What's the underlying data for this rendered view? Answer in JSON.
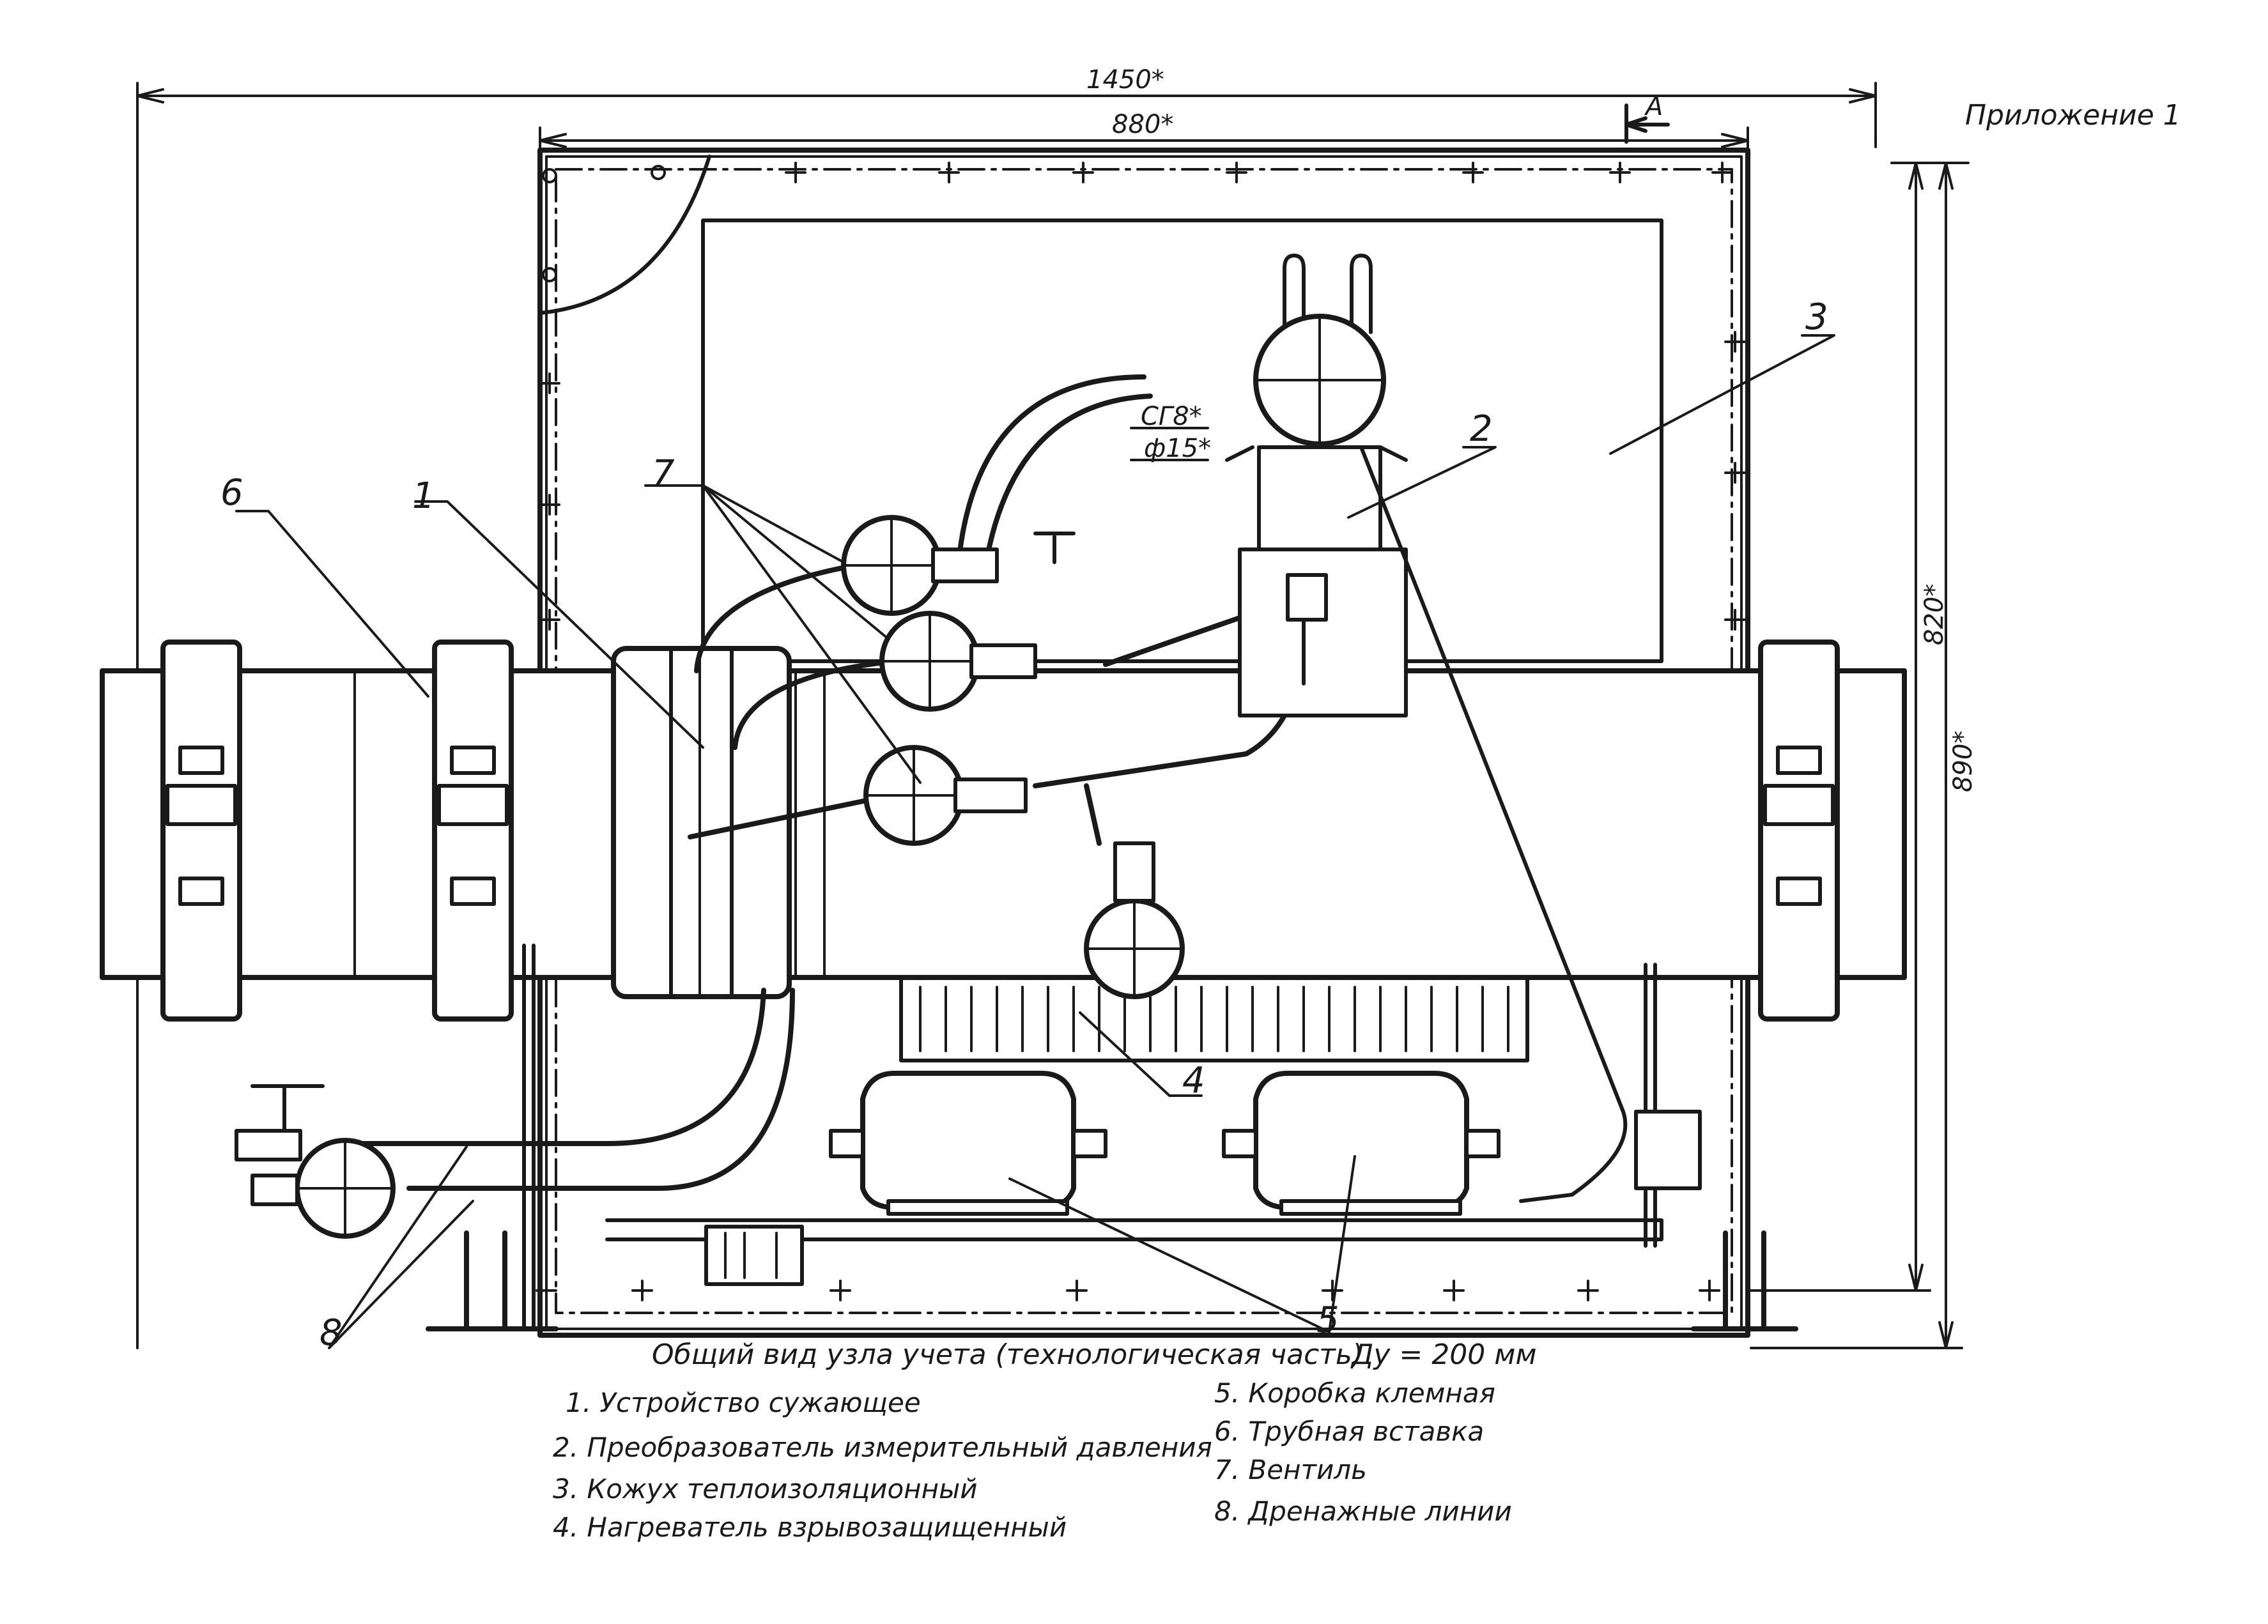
{
  "header": {
    "appendix": "Приложение 1"
  },
  "dimensions": {
    "overall_width": "1450*",
    "inner_width": "880*",
    "section_marker": "А",
    "height_inner": "820*",
    "height_outer": "890*",
    "pipe_width": "СГ8*",
    "pipe_diameter": "ф15*"
  },
  "callouts": [
    "1",
    "2",
    "3",
    "4",
    "5",
    "6",
    "7",
    "8"
  ],
  "caption": {
    "title": "Общий вид узла учета (технологическая часть)",
    "nominal": "Ду = 200 мм"
  },
  "legend": [
    "1. Устройство сужающее",
    "2. Преобразователь измерительный давления",
    "3. Кожух теплоизоляционный",
    "4. Нагреватель взрывозащищенный",
    "5. Коробка клемная",
    "6. Трубная вставка",
    "7. Вентиль",
    "8. Дренажные линии"
  ]
}
